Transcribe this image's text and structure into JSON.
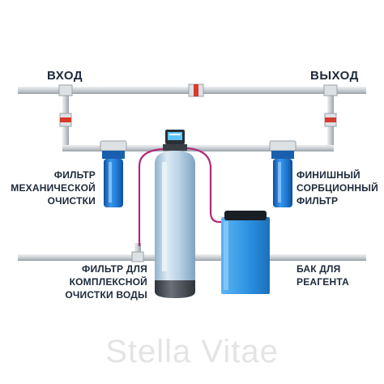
{
  "labels": {
    "inlet": "ВХОД",
    "outlet": "ВЫХОД",
    "mech_filter": "ФИЛЬТР\nМЕХАНИЧЕСКОЙ\nОЧИСТКИ",
    "finish_filter": "ФИНИШНЫЙ\nСОРБЦИОННЫЙ\nФИЛЬТР",
    "complex_filter": "ФИЛЬТР ДЛЯ КОМПЛЕКСНОЙ\nОЧИСТКИ ВОДЫ",
    "reagent_tank": "БАК ДЛЯ\nРЕАГЕНТА"
  },
  "watermark": "Stella Vitae",
  "colors": {
    "pipe": "#cfd4d8",
    "pipe_edge": "#9aa2a8",
    "filter_blue": "#1f78d1",
    "tank_body": "#b9d2e6",
    "tank_base": "#4a4f55",
    "reagent_blue": "#2a8fe0",
    "reagent_lid": "#1a1f26",
    "hose": "#b02a7a",
    "valve_red": "#d93a2b",
    "text": "#1d2a3a"
  }
}
